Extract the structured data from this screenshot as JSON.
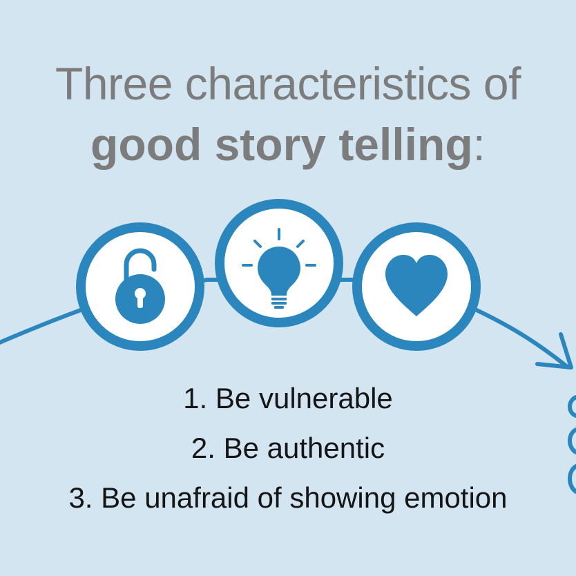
{
  "colors": {
    "background": "#d3e5f1",
    "accent": "#2b86bd",
    "heading_text": "#7c7c7c",
    "body_text": "#151515",
    "circle_fill": "#ffffff"
  },
  "heading": {
    "line1": "Three characteristics of",
    "line2_bold": "good story telling",
    "line2_suffix": ":"
  },
  "icons": [
    {
      "name": "open-padlock-icon"
    },
    {
      "name": "lightbulb-icon"
    },
    {
      "name": "heart-icon"
    }
  ],
  "list": {
    "items": [
      {
        "number": "1.",
        "text": "Be vulnerable"
      },
      {
        "number": "2.",
        "text": "Be authentic"
      },
      {
        "number": "3.",
        "text": "Be unafraid of showing emotion"
      }
    ]
  }
}
